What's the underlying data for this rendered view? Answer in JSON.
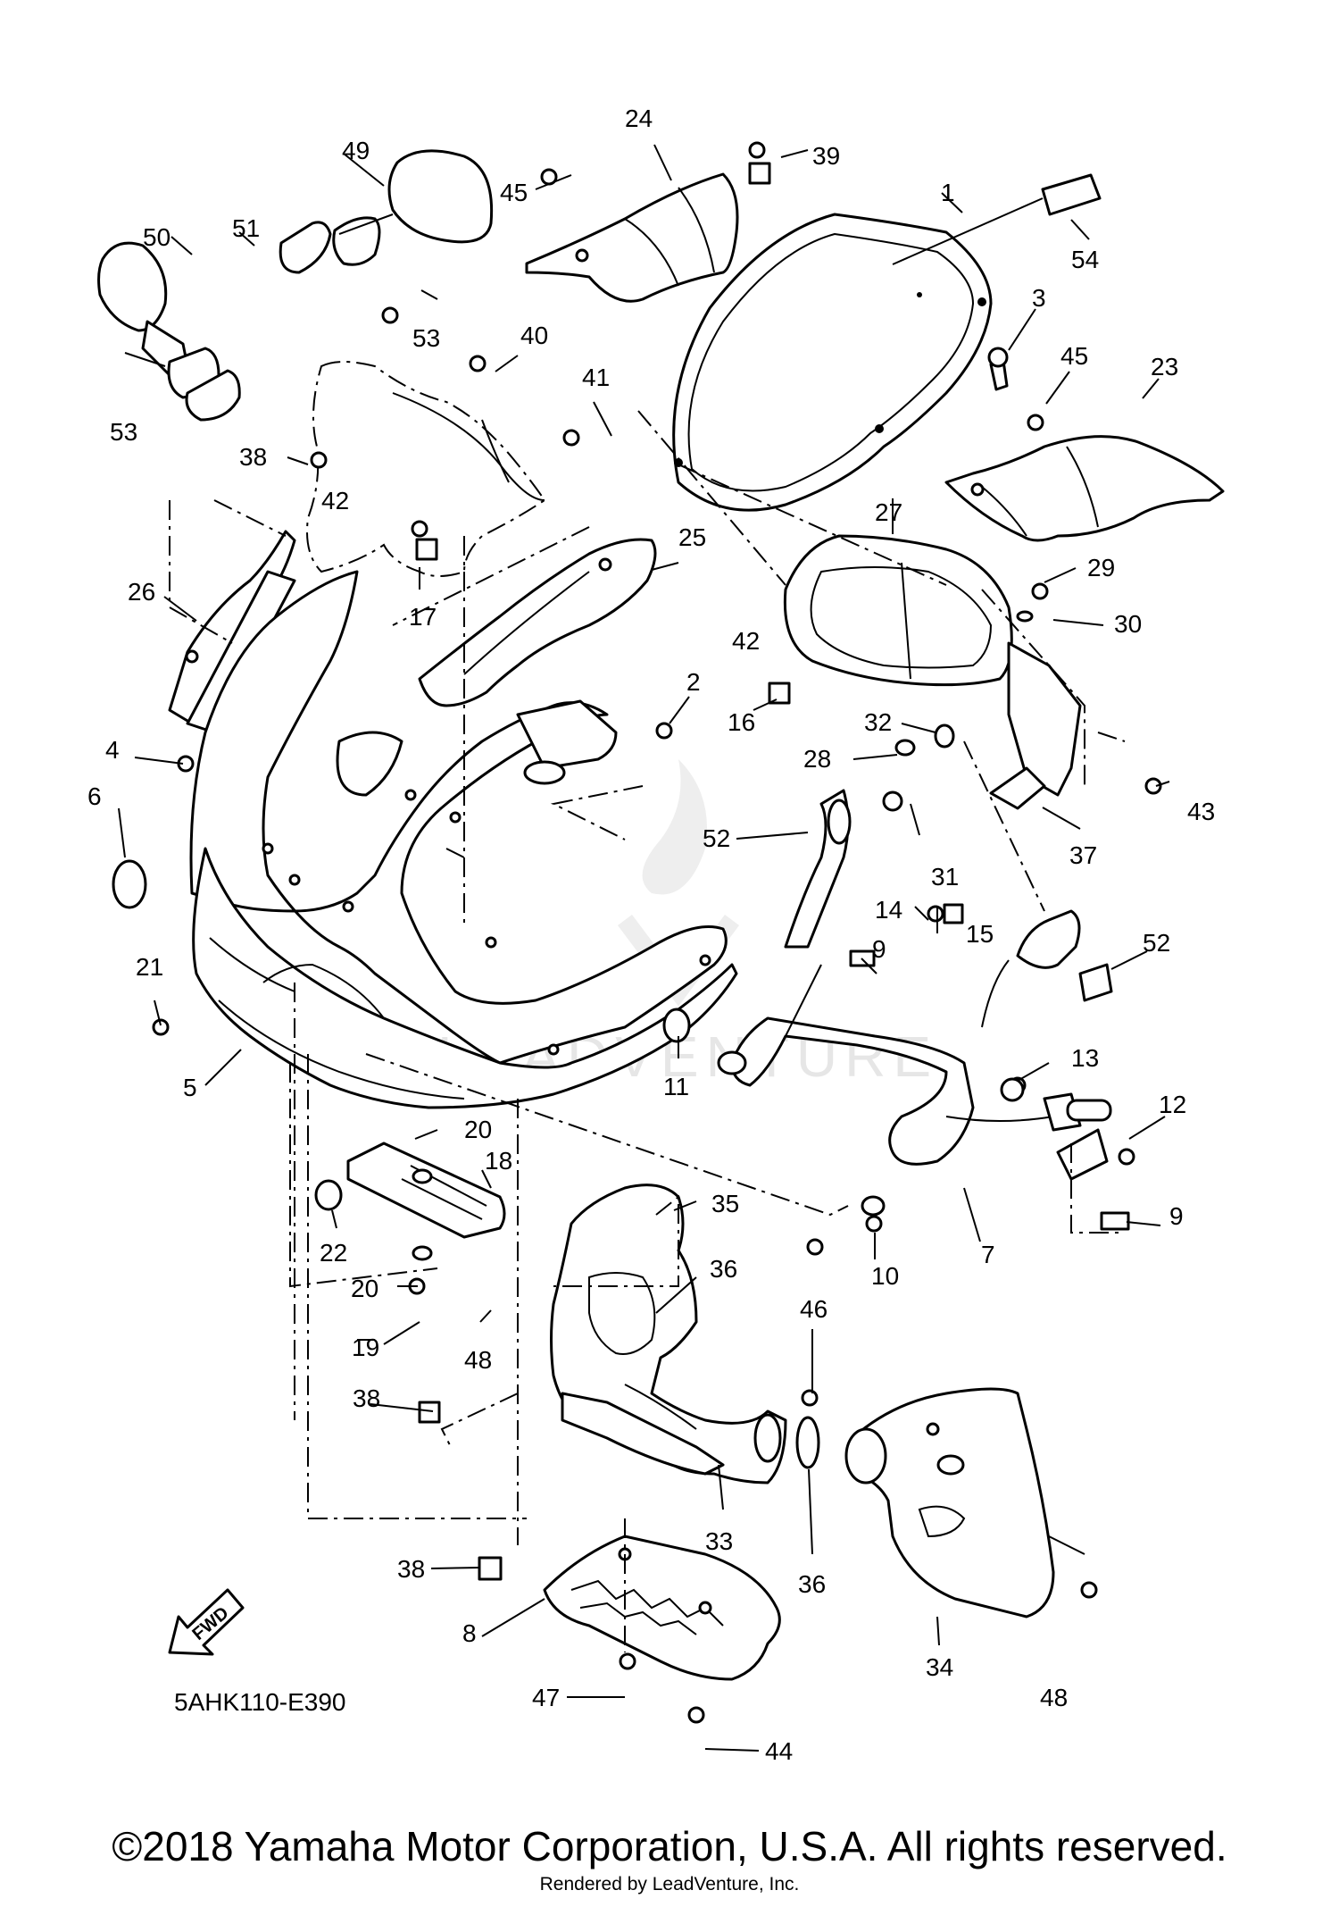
{
  "diagram": {
    "code": "5AHK110-E390",
    "fwd_label": "FWD",
    "watermark": "LEADVENTURE",
    "callouts": [
      {
        "id": "c24",
        "label": "24"
      },
      {
        "id": "c39",
        "label": "39"
      },
      {
        "id": "c45a",
        "label": "45"
      },
      {
        "id": "c49",
        "label": "49"
      },
      {
        "id": "c1",
        "label": "1"
      },
      {
        "id": "c54",
        "label": "54"
      },
      {
        "id": "c50",
        "label": "50"
      },
      {
        "id": "c51",
        "label": "51"
      },
      {
        "id": "c53a",
        "label": "53"
      },
      {
        "id": "c53b",
        "label": "53"
      },
      {
        "id": "c3",
        "label": "3"
      },
      {
        "id": "c40",
        "label": "40"
      },
      {
        "id": "c45b",
        "label": "45"
      },
      {
        "id": "c23",
        "label": "23"
      },
      {
        "id": "c41",
        "label": "41"
      },
      {
        "id": "c38a",
        "label": "38"
      },
      {
        "id": "c42a",
        "label": "42"
      },
      {
        "id": "c27",
        "label": "27"
      },
      {
        "id": "c29",
        "label": "29"
      },
      {
        "id": "c26",
        "label": "26"
      },
      {
        "id": "c17",
        "label": "17"
      },
      {
        "id": "c25",
        "label": "25"
      },
      {
        "id": "c30",
        "label": "30"
      },
      {
        "id": "c42b",
        "label": "42"
      },
      {
        "id": "c2",
        "label": "2"
      },
      {
        "id": "c16",
        "label": "16"
      },
      {
        "id": "c32",
        "label": "32"
      },
      {
        "id": "c4",
        "label": "4"
      },
      {
        "id": "c28",
        "label": "28"
      },
      {
        "id": "c43",
        "label": "43"
      },
      {
        "id": "c6",
        "label": "6"
      },
      {
        "id": "c52a",
        "label": "52"
      },
      {
        "id": "c37",
        "label": "37"
      },
      {
        "id": "c31",
        "label": "31"
      },
      {
        "id": "c14",
        "label": "14"
      },
      {
        "id": "c15",
        "label": "15"
      },
      {
        "id": "c9a",
        "label": "9"
      },
      {
        "id": "c52b",
        "label": "52"
      },
      {
        "id": "c21",
        "label": "21"
      },
      {
        "id": "c13",
        "label": "13"
      },
      {
        "id": "c11",
        "label": "11"
      },
      {
        "id": "c5",
        "label": "5"
      },
      {
        "id": "c12",
        "label": "12"
      },
      {
        "id": "c20a",
        "label": "20"
      },
      {
        "id": "c18",
        "label": "18"
      },
      {
        "id": "c9b",
        "label": "9"
      },
      {
        "id": "c35",
        "label": "35"
      },
      {
        "id": "c22",
        "label": "22"
      },
      {
        "id": "c7",
        "label": "7"
      },
      {
        "id": "c10",
        "label": "10"
      },
      {
        "id": "c36a",
        "label": "36"
      },
      {
        "id": "c20b",
        "label": "20"
      },
      {
        "id": "c46",
        "label": "46"
      },
      {
        "id": "c19",
        "label": "19"
      },
      {
        "id": "c48a",
        "label": "48"
      },
      {
        "id": "c38b",
        "label": "38"
      },
      {
        "id": "c33",
        "label": "33"
      },
      {
        "id": "c36b",
        "label": "36"
      },
      {
        "id": "c38c",
        "label": "38"
      },
      {
        "id": "c8",
        "label": "8"
      },
      {
        "id": "c34",
        "label": "34"
      },
      {
        "id": "c47",
        "label": "47"
      },
      {
        "id": "c48b",
        "label": "48"
      },
      {
        "id": "c44",
        "label": "44"
      }
    ]
  },
  "footer": {
    "copyright": "©2018 Yamaha Motor Corporation, U.S.A. All rights reserved.",
    "rendered_by": "Rendered by LeadVenture, Inc."
  }
}
